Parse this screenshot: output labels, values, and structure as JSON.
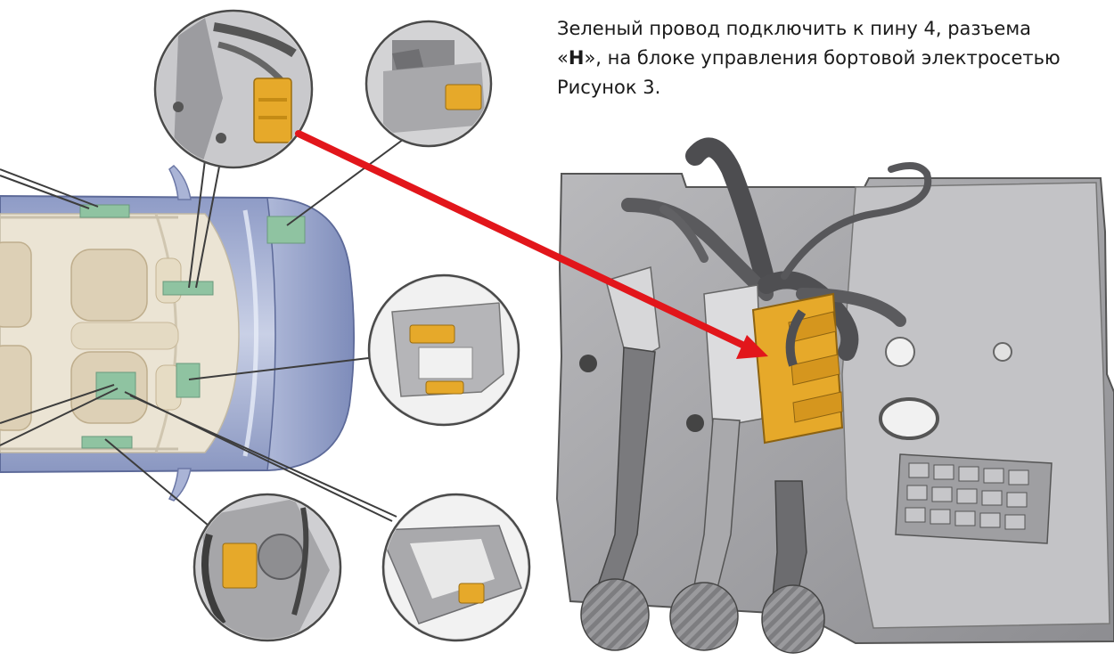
{
  "caption": {
    "line1": "Зеленый провод подключить к пину 4, разъема",
    "line2_open_quote": "«",
    "line2_bold": "Н",
    "line2_rest": "», на блоке управления бортовой электросетью",
    "line3": "Рисунок 3."
  },
  "colors": {
    "car_body": "#b7c0dc",
    "car_interior": "#e9e1d0",
    "module_green": "#8fc3a1",
    "module_orange": "#e6a92a",
    "arrow_red": "#e2161b",
    "detail_gray": "#8f9094"
  },
  "icons": {
    "pointer_arrow": "red-arrow-icon"
  }
}
